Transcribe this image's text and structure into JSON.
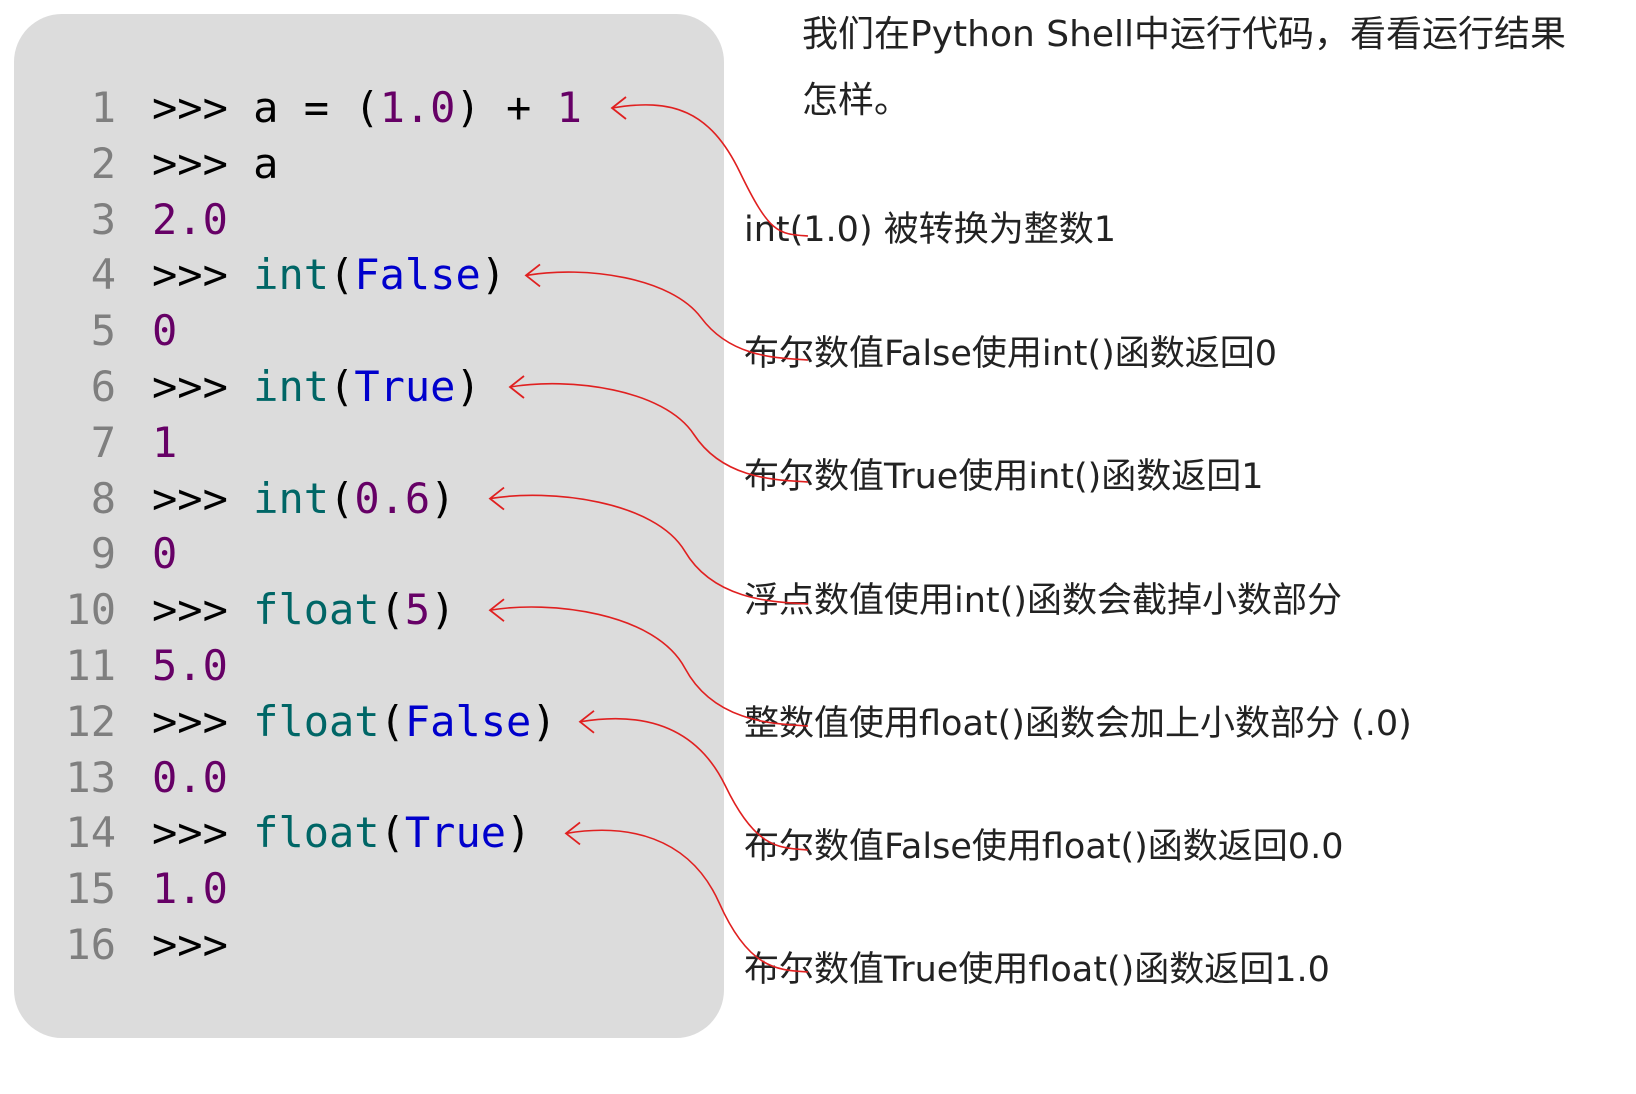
{
  "intro": "我们在Python Shell中运行代码，看看运行结果怎样。",
  "colors": {
    "panel": "#dcdcdc",
    "line_number": "#7f7f7f",
    "prompt": "#000000",
    "builtin": "#006666",
    "keyword": "#0000cc",
    "number": "#660066",
    "arrow": "#e02020"
  },
  "code_lines": [
    {
      "n": "1",
      "tokens": [
        {
          "t": ">>> ",
          "k": "prompt"
        },
        {
          "t": "a = (",
          "k": "prompt"
        },
        {
          "t": "1.0",
          "k": "number"
        },
        {
          "t": ") + ",
          "k": "prompt"
        },
        {
          "t": "1",
          "k": "number"
        }
      ]
    },
    {
      "n": "2",
      "tokens": [
        {
          "t": ">>> ",
          "k": "prompt"
        },
        {
          "t": "a",
          "k": "prompt"
        }
      ]
    },
    {
      "n": "3",
      "tokens": [
        {
          "t": "2.0",
          "k": "number"
        }
      ]
    },
    {
      "n": "4",
      "tokens": [
        {
          "t": ">>> ",
          "k": "prompt"
        },
        {
          "t": "int",
          "k": "builtin"
        },
        {
          "t": "(",
          "k": "prompt"
        },
        {
          "t": "False",
          "k": "keyword"
        },
        {
          "t": ")",
          "k": "prompt"
        }
      ]
    },
    {
      "n": "5",
      "tokens": [
        {
          "t": "0",
          "k": "number"
        }
      ]
    },
    {
      "n": "6",
      "tokens": [
        {
          "t": ">>> ",
          "k": "prompt"
        },
        {
          "t": "int",
          "k": "builtin"
        },
        {
          "t": "(",
          "k": "prompt"
        },
        {
          "t": "True",
          "k": "keyword"
        },
        {
          "t": ")",
          "k": "prompt"
        }
      ]
    },
    {
      "n": "7",
      "tokens": [
        {
          "t": "1",
          "k": "number"
        }
      ]
    },
    {
      "n": "8",
      "tokens": [
        {
          "t": ">>> ",
          "k": "prompt"
        },
        {
          "t": "int",
          "k": "builtin"
        },
        {
          "t": "(",
          "k": "prompt"
        },
        {
          "t": "0.6",
          "k": "number"
        },
        {
          "t": ")",
          "k": "prompt"
        }
      ]
    },
    {
      "n": "9",
      "tokens": [
        {
          "t": "0",
          "k": "number"
        }
      ]
    },
    {
      "n": "10",
      "tokens": [
        {
          "t": ">>> ",
          "k": "prompt"
        },
        {
          "t": "float",
          "k": "builtin"
        },
        {
          "t": "(",
          "k": "prompt"
        },
        {
          "t": "5",
          "k": "number"
        },
        {
          "t": ")",
          "k": "prompt"
        }
      ]
    },
    {
      "n": "11",
      "tokens": [
        {
          "t": "5.0",
          "k": "number"
        }
      ]
    },
    {
      "n": "12",
      "tokens": [
        {
          "t": ">>> ",
          "k": "prompt"
        },
        {
          "t": "float",
          "k": "builtin"
        },
        {
          "t": "(",
          "k": "prompt"
        },
        {
          "t": "False",
          "k": "keyword"
        },
        {
          "t": ")",
          "k": "prompt"
        }
      ]
    },
    {
      "n": "13",
      "tokens": [
        {
          "t": "0.0",
          "k": "number"
        }
      ]
    },
    {
      "n": "14",
      "tokens": [
        {
          "t": ">>> ",
          "k": "prompt"
        },
        {
          "t": "float",
          "k": "builtin"
        },
        {
          "t": "(",
          "k": "prompt"
        },
        {
          "t": "True",
          "k": "keyword"
        },
        {
          "t": ")",
          "k": "prompt"
        }
      ]
    },
    {
      "n": "15",
      "tokens": [
        {
          "t": "1.0",
          "k": "number"
        }
      ]
    },
    {
      "n": "16",
      "tokens": [
        {
          "t": ">>>",
          "k": "prompt"
        }
      ]
    }
  ],
  "annotations": [
    {
      "text": "int(1.0) 被转换为整数1",
      "line": "1"
    },
    {
      "text": "布尔数值False使用int()函数返回0",
      "line": "4"
    },
    {
      "text": "布尔数值True使用int()函数返回1",
      "line": "6"
    },
    {
      "text": "浮点数值使用int()函数会截掉小数部分",
      "line": "8"
    },
    {
      "text": "整数值使用float()函数会加上小数部分 (.0)",
      "line": "10"
    },
    {
      "text": "布尔数值False使用float()函数返回0.0",
      "line": "12"
    },
    {
      "text": "布尔数值True使用float()函数返回1.0",
      "line": "14"
    }
  ]
}
